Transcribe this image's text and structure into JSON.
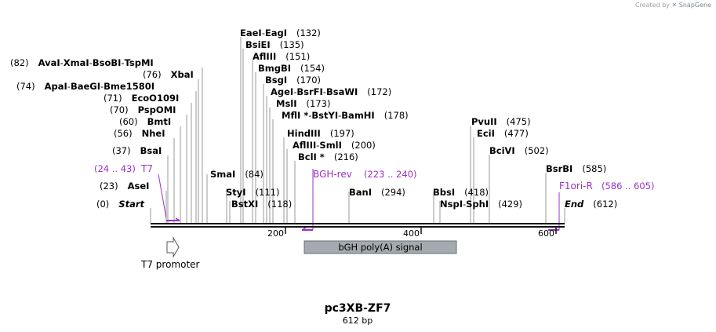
{
  "credit": {
    "prefix": "Created by",
    "brand": "SnapGene"
  },
  "map": {
    "name": "pc3XB-ZF7",
    "length_label": "612 bp",
    "ticks": [
      {
        "label": "200",
        "pos": 200
      },
      {
        "label": "400",
        "pos": 400
      },
      {
        "label": "600",
        "pos": 600
      }
    ]
  },
  "sites": [
    {
      "pos": "(82)",
      "names": [
        {
          "t": "AvaI"
        },
        {
          "t": "XmaI"
        },
        {
          "t": "BsoBI"
        },
        {
          "t": "TspMI"
        }
      ]
    },
    {
      "pos": "(76)",
      "names": [
        {
          "t": "XbaI"
        }
      ]
    },
    {
      "pos": "(74)",
      "names": [
        {
          "t": "ApaI"
        },
        {
          "t": "BaeGI"
        },
        {
          "t": "Bme1580I"
        }
      ]
    },
    {
      "pos": "(71)",
      "names": [
        {
          "t": "EcoO109I"
        }
      ]
    },
    {
      "pos": "(70)",
      "names": [
        {
          "t": "PspOMI"
        }
      ]
    },
    {
      "pos": "(60)",
      "names": [
        {
          "t": "BmtI"
        }
      ]
    },
    {
      "pos": "(56)",
      "names": [
        {
          "t": "NheI"
        }
      ]
    },
    {
      "pos": "(37)",
      "names": [
        {
          "t": "BsaI"
        }
      ]
    },
    {
      "pos": "(23)",
      "names": [
        {
          "t": "AseI"
        }
      ]
    },
    {
      "pos": "(0)",
      "names": [
        {
          "t": "Start",
          "italic": true
        }
      ]
    },
    {
      "pos": "(132)",
      "names": [
        {
          "t": "EaeI"
        },
        {
          "t": "EagI"
        }
      ]
    },
    {
      "pos": "(135)",
      "names": [
        {
          "t": "BsiEI"
        }
      ]
    },
    {
      "pos": "(151)",
      "names": [
        {
          "t": "AflIII"
        }
      ]
    },
    {
      "pos": "(154)",
      "names": [
        {
          "t": "BmgBI"
        }
      ]
    },
    {
      "pos": "(170)",
      "names": [
        {
          "t": "BsgI"
        }
      ]
    },
    {
      "pos": "(172)",
      "names": [
        {
          "t": "AgeI"
        },
        {
          "t": "BsrFI"
        },
        {
          "t": "BsaWI"
        }
      ]
    },
    {
      "pos": "(173)",
      "names": [
        {
          "t": "MslI"
        }
      ]
    },
    {
      "pos": "(178)",
      "names": [
        {
          "t": "MflI *"
        },
        {
          "t": "BstYI"
        },
        {
          "t": "BamHI"
        }
      ]
    },
    {
      "pos": "(197)",
      "names": [
        {
          "t": "HindIII"
        }
      ]
    },
    {
      "pos": "(200)",
      "names": [
        {
          "t": "AflIII"
        },
        {
          "t": "SmlI"
        }
      ]
    },
    {
      "pos": "(216)",
      "names": [
        {
          "t": "BclI *"
        }
      ]
    },
    {
      "pos": "(84)",
      "names": [
        {
          "t": "SmaI"
        }
      ]
    },
    {
      "pos": "(111)",
      "names": [
        {
          "t": "StyI"
        }
      ]
    },
    {
      "pos": "(118)",
      "names": [
        {
          "t": "BstXI"
        }
      ]
    },
    {
      "pos": "(294)",
      "names": [
        {
          "t": "BanI"
        }
      ]
    },
    {
      "pos": "(418)",
      "names": [
        {
          "t": "BbsI"
        }
      ]
    },
    {
      "pos": "(429)",
      "names": [
        {
          "t": "NspI"
        },
        {
          "t": "SphI"
        }
      ]
    },
    {
      "pos": "(475)",
      "names": [
        {
          "t": "PvuII"
        }
      ]
    },
    {
      "pos": "(477)",
      "names": [
        {
          "t": "EciI"
        }
      ]
    },
    {
      "pos": "(502)",
      "names": [
        {
          "t": "BciVI"
        }
      ]
    },
    {
      "pos": "(585)",
      "names": [
        {
          "t": "BsrBI"
        }
      ]
    },
    {
      "pos": "(612)",
      "names": [
        {
          "t": "End",
          "italic": true
        }
      ]
    }
  ],
  "primers": [
    {
      "range": "(24 .. 43)",
      "name": "T7"
    },
    {
      "range": "(223 .. 240)",
      "name": "BGH-rev"
    },
    {
      "range": "(586 .. 605)",
      "name": "F1ori-R"
    }
  ],
  "features": [
    {
      "name": "T7 promoter"
    },
    {
      "name": "bGH poly(A) signal"
    }
  ],
  "colors": {
    "primer": "#9b30c8",
    "backbone": "#111111",
    "feature_fill": "#a4aaaf",
    "site_line": "#9a9a9a",
    "text": "#000000"
  }
}
